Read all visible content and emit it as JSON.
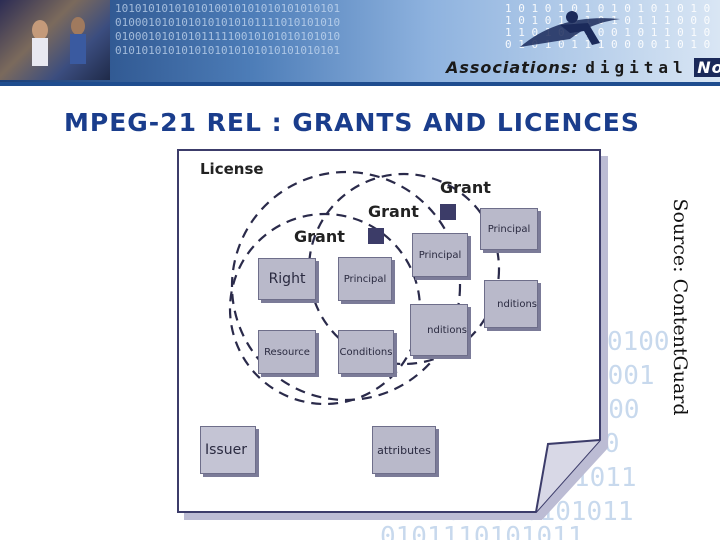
{
  "header": {
    "logo_prefix": "Associations:",
    "logo_word": "digital",
    "logo_suffix": "Now"
  },
  "page": {
    "title": "MPEG-21 REL : GRANTS AND LICENCES"
  },
  "diagram": {
    "license_label": "License",
    "grant_labels": [
      "Grant",
      "Grant",
      "Grant"
    ],
    "boxes": {
      "right": "Right",
      "principal_1": "Principal",
      "principal_2": "Principal",
      "principal_3": "Principal",
      "resource": "Resource",
      "conditions_1": "Conditions",
      "conditions_2": "nditions",
      "conditions_3": "nditions",
      "issuer": "Issuer",
      "attributes": "attributes"
    },
    "source": "Source: ContentGuard"
  }
}
